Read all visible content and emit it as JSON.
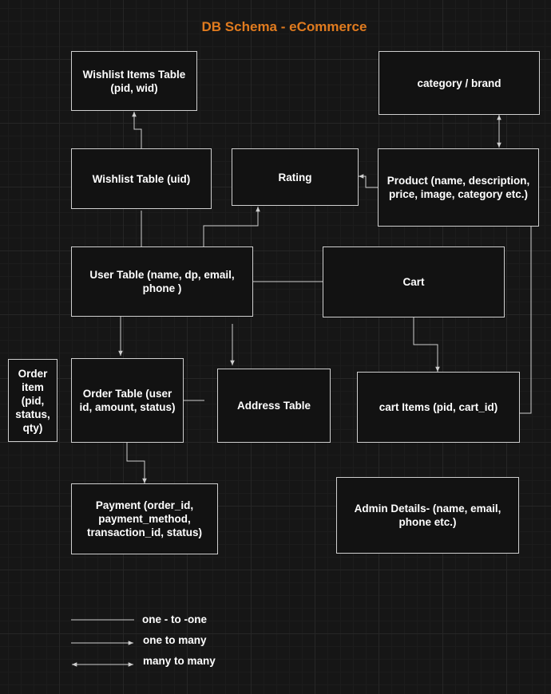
{
  "title": "DB Schema - eCommerce",
  "colors": {
    "title": "#e07b1f",
    "background": "#161616",
    "line": "#cfcfcf"
  },
  "entities": {
    "wishlist_items": "Wishlist Items Table\n(pid, wid)",
    "category_brand": "category / brand",
    "wishlist": "Wishlist Table (uid)",
    "rating": "Rating",
    "product": "Product  (name, description, price, image, category etc.)",
    "user": "User Table (name, dp, email, phone )",
    "cart": "Cart",
    "order_item": "Order item (pid, status, qty)",
    "order": "Order  Table (user id, amount, status)",
    "address": "Address Table",
    "cart_items": "cart Items (pid, cart_id)",
    "payment": "Payment (order_id, payment_method, transaction_id, status)",
    "admin": "Admin Details- (name, email, phone etc.)"
  },
  "legend": {
    "one_to_one": "one - to -one",
    "one_to_many": "one to many",
    "many_to_many": "many to many"
  }
}
